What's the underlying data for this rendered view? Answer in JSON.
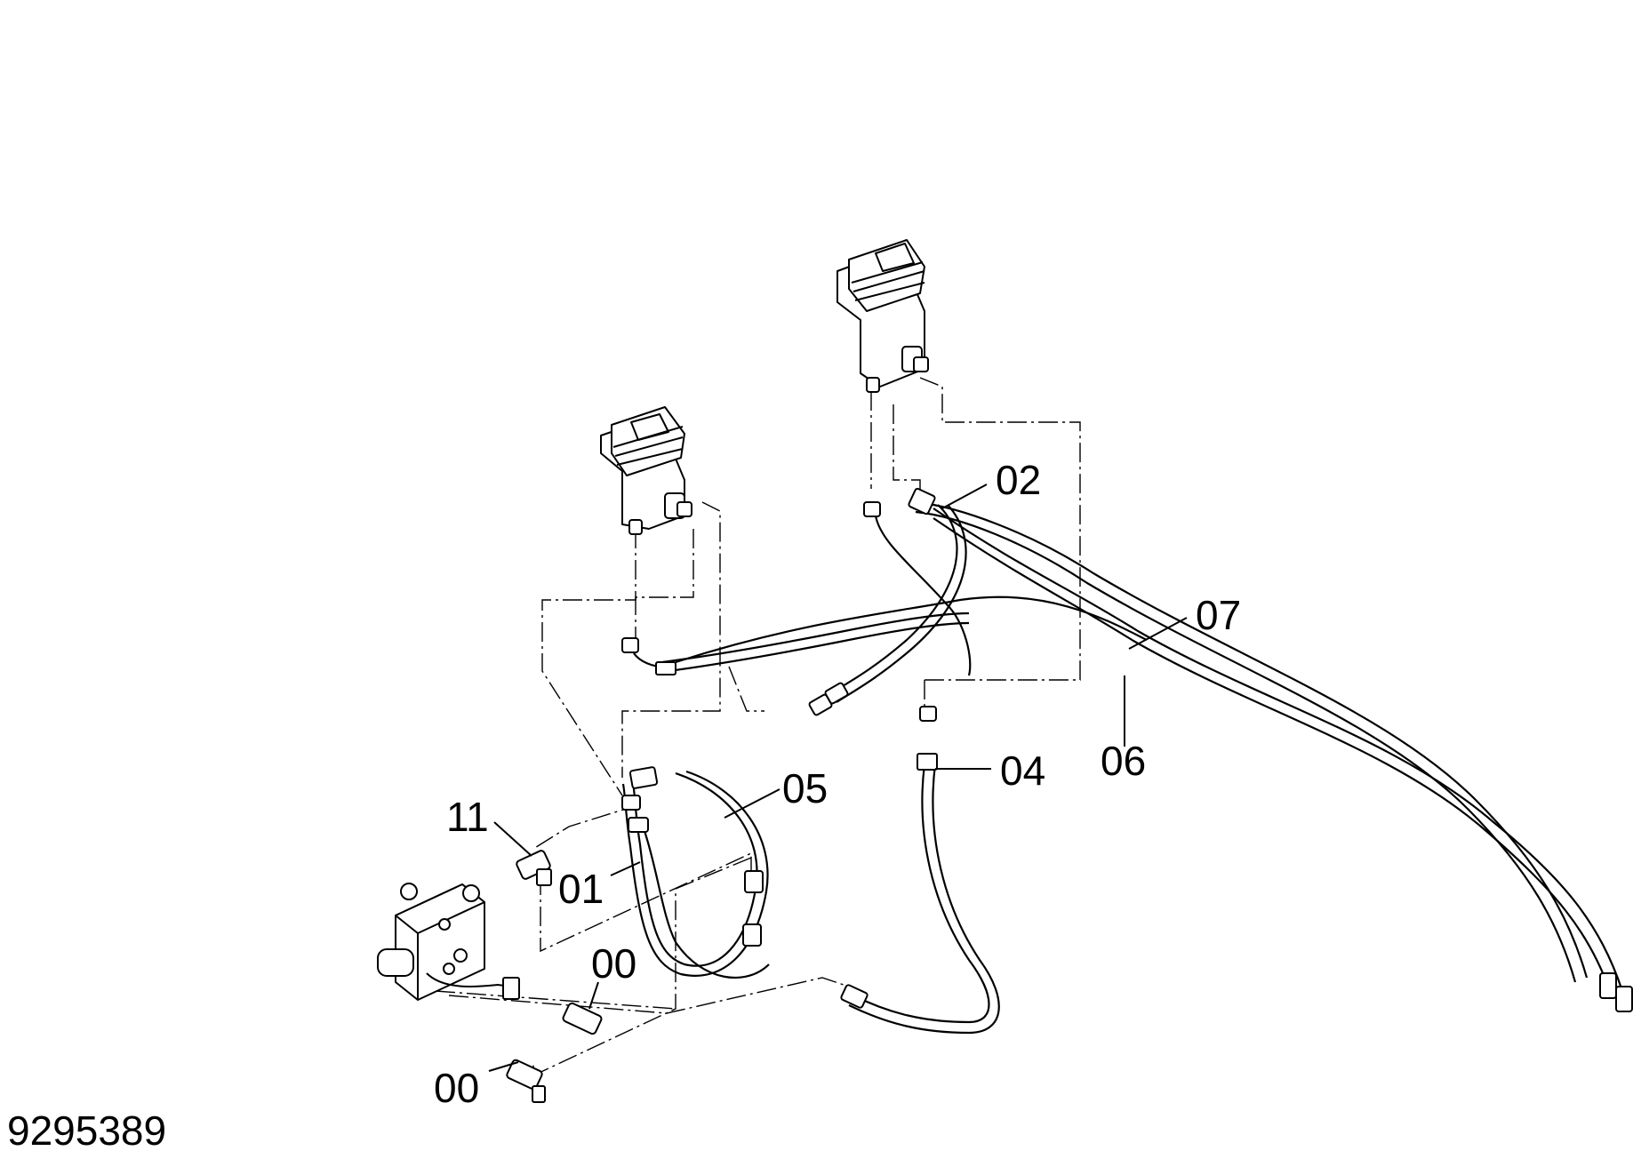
{
  "drawing_number": "9295389",
  "callouts": {
    "c02": "02",
    "c07": "07",
    "c06": "06",
    "c04": "04",
    "c05": "05",
    "c11": "11",
    "c01": "01",
    "c00a": "00",
    "c00b": "00"
  }
}
